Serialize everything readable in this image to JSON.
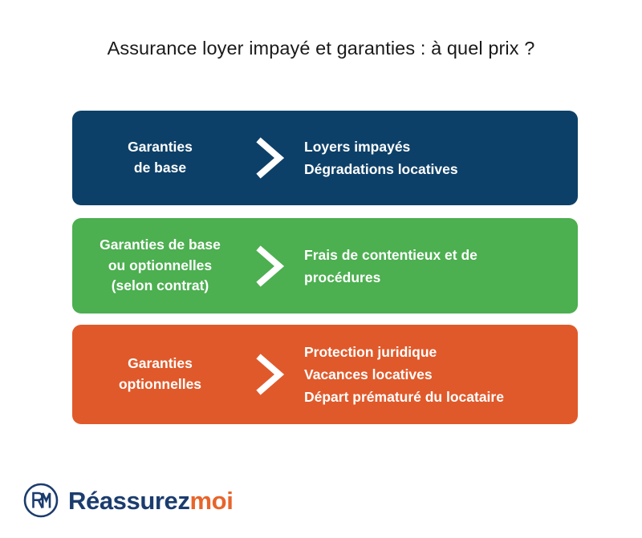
{
  "title": "Assurance loyer impayé et garanties : à quel prix ?",
  "colors": {
    "navy": "#0d4068",
    "green": "#4caf50",
    "orange": "#e0592a",
    "text_on_panel": "#ffffff",
    "title_text": "#1a1a1a",
    "logo_main": "#1b3c6e",
    "logo_accent": "#e8642a",
    "background": "#ffffff"
  },
  "rows": [
    {
      "id": "garanties-de-base",
      "color": "#0d4068",
      "separator_icon": "chevron-right-icon",
      "left_lines": [
        "Garanties",
        "de base"
      ],
      "right_lines": [
        "Loyers impayés",
        "Dégradations locatives"
      ]
    },
    {
      "id": "garanties-de-base-ou-optionnelles",
      "color": "#4caf50",
      "separator_icon": "chevron-right-icon",
      "left_lines": [
        "Garanties de base",
        "ou optionnelles",
        "(selon contrat)"
      ],
      "right_lines": [
        "Frais de contentieux et de",
        "procédures"
      ]
    },
    {
      "id": "garanties-optionnelles",
      "color": "#e0592a",
      "separator_icon": "chevron-right-icon",
      "left_lines": [
        "Garanties",
        "optionnelles"
      ],
      "right_lines": [
        "Protection juridique",
        "Vacances locatives",
        "Départ prématuré du locataire"
      ]
    }
  ],
  "logo": {
    "monogram": "RM",
    "mark_icon": "rm-circle-monogram-icon",
    "word_main": "Réassurez",
    "word_accent": "moi"
  }
}
